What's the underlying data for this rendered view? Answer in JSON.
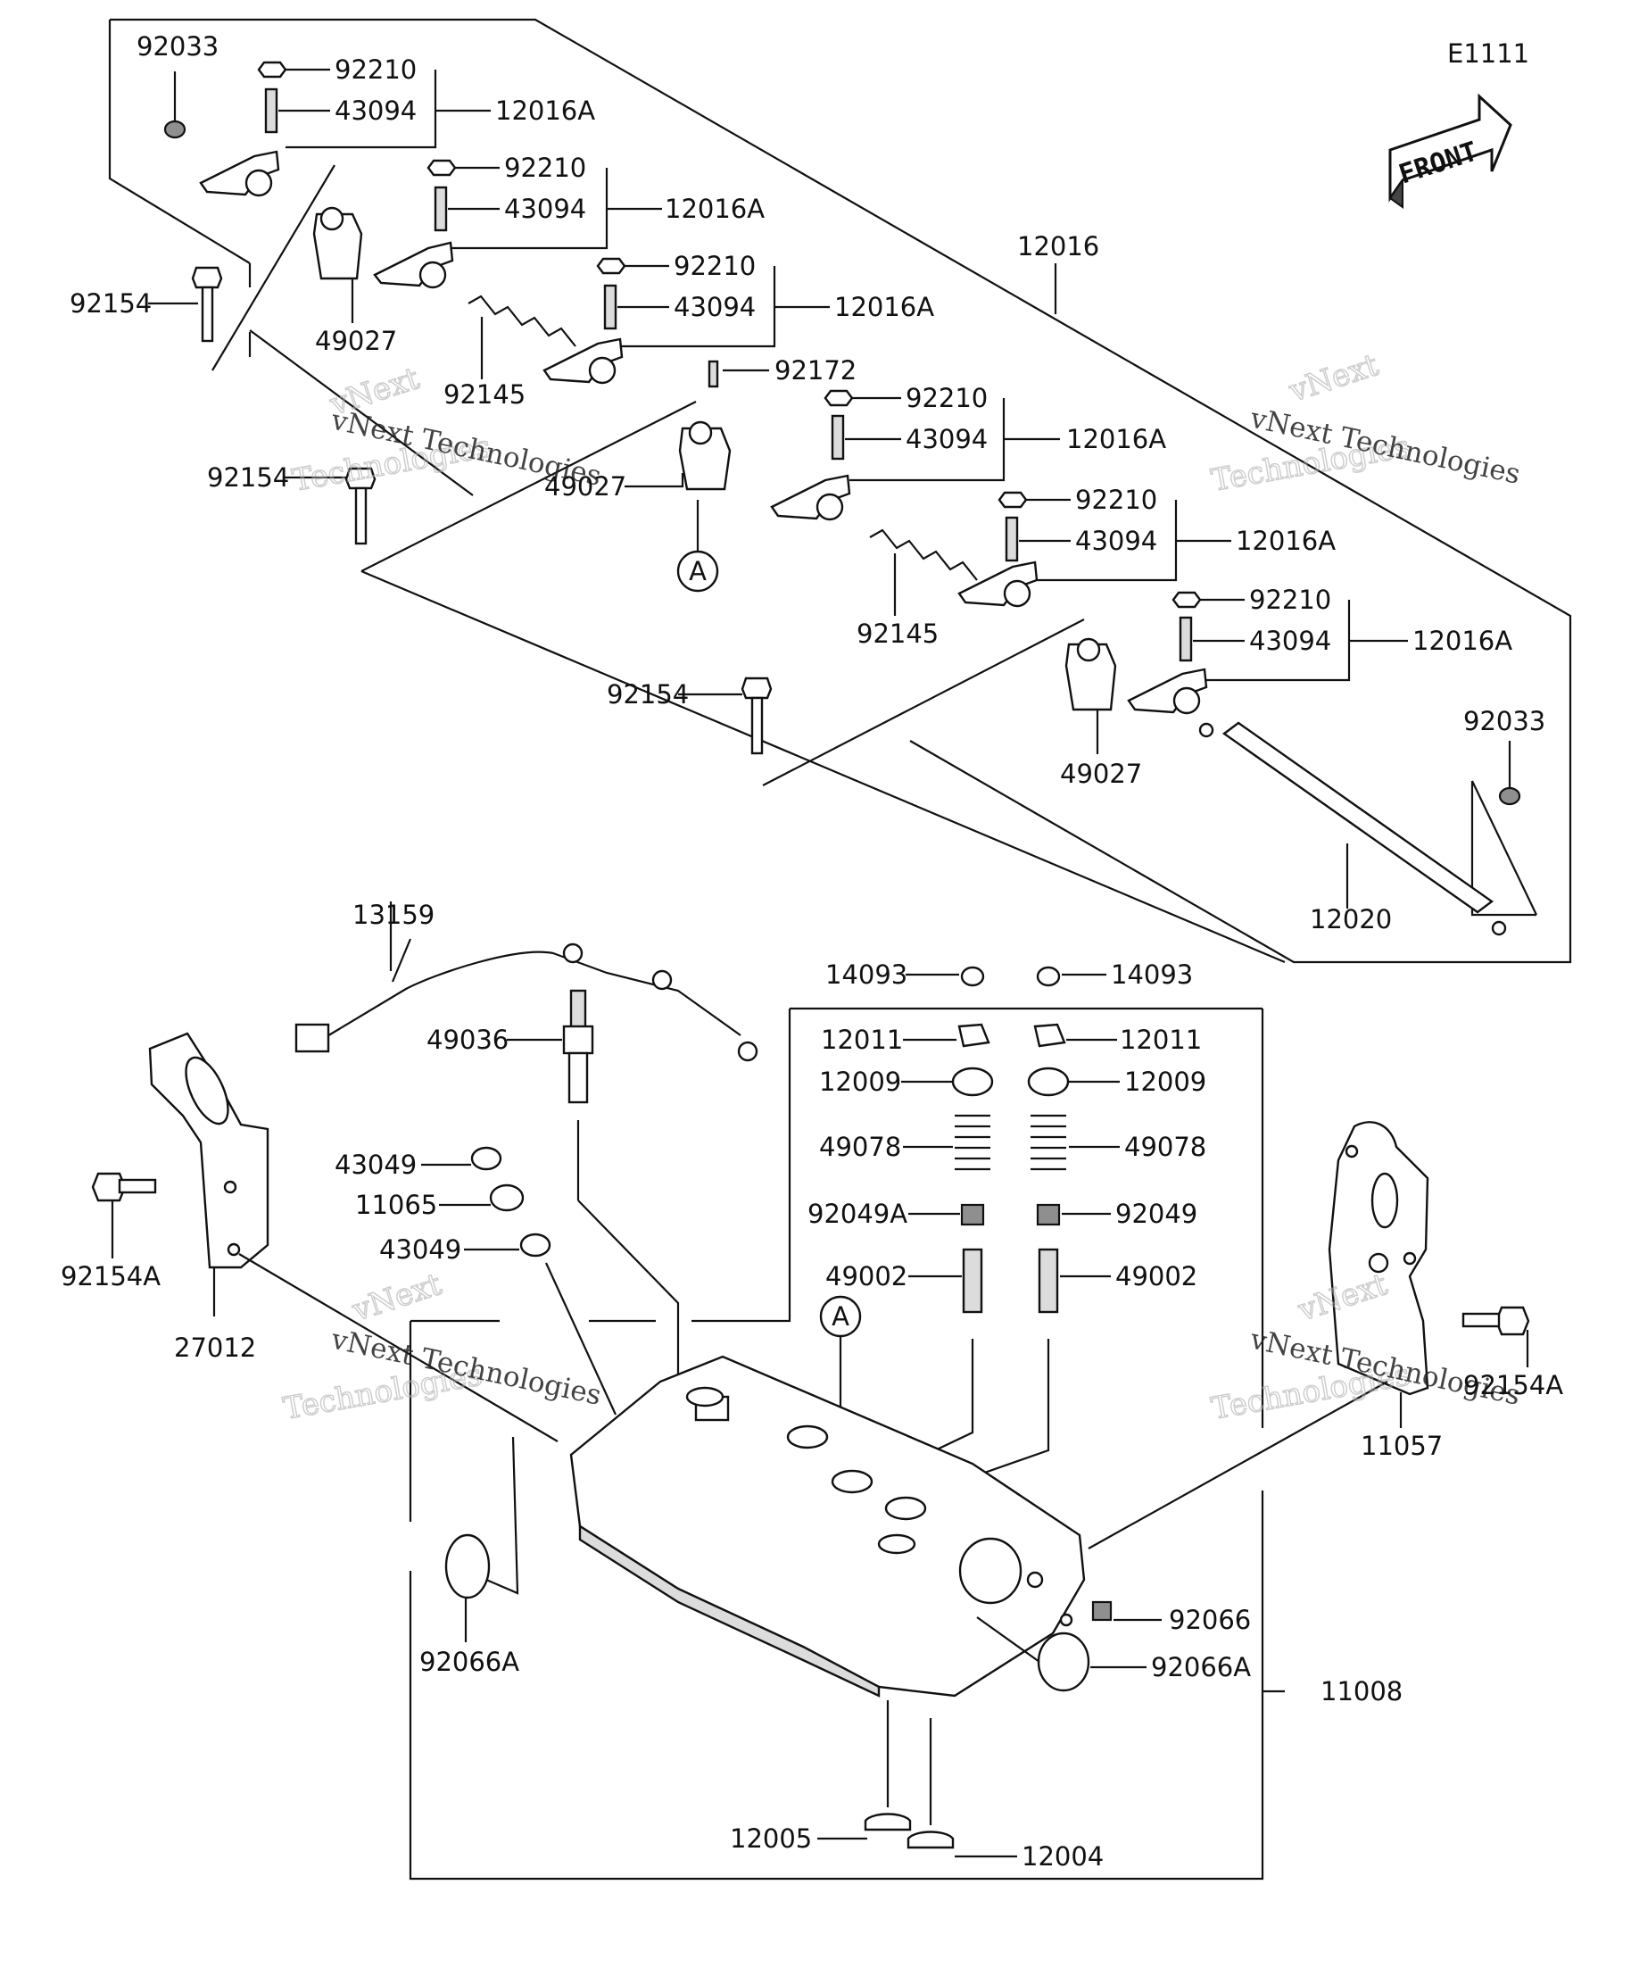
{
  "diagram_code": "E1111",
  "front_label": "FRONT",
  "watermark": {
    "line1": "vNext",
    "line2": "Technologies",
    "full": "vNext Technologies"
  },
  "callout_letter": "A",
  "labels": [
    {
      "id": "l01",
      "text": "92033"
    },
    {
      "id": "l02",
      "text": "92210"
    },
    {
      "id": "l03",
      "text": "43094"
    },
    {
      "id": "l04",
      "text": "12016A"
    },
    {
      "id": "l05",
      "text": "92210"
    },
    {
      "id": "l06",
      "text": "43094"
    },
    {
      "id": "l07",
      "text": "12016A"
    },
    {
      "id": "l08",
      "text": "12016"
    },
    {
      "id": "l09",
      "text": "92210"
    },
    {
      "id": "l10",
      "text": "43094"
    },
    {
      "id": "l11",
      "text": "12016A"
    },
    {
      "id": "l12",
      "text": "92154"
    },
    {
      "id": "l13",
      "text": "49027"
    },
    {
      "id": "l14",
      "text": "92145"
    },
    {
      "id": "l15",
      "text": "92172"
    },
    {
      "id": "l16",
      "text": "92210"
    },
    {
      "id": "l17",
      "text": "43094"
    },
    {
      "id": "l18",
      "text": "12016A"
    },
    {
      "id": "l19",
      "text": "92154"
    },
    {
      "id": "l20",
      "text": "49027"
    },
    {
      "id": "l21",
      "text": "92210"
    },
    {
      "id": "l22",
      "text": "43094"
    },
    {
      "id": "l23",
      "text": "12016A"
    },
    {
      "id": "l24",
      "text": "92145"
    },
    {
      "id": "l25",
      "text": "92210"
    },
    {
      "id": "l26",
      "text": "43094"
    },
    {
      "id": "l27",
      "text": "12016A"
    },
    {
      "id": "l28",
      "text": "92154"
    },
    {
      "id": "l29",
      "text": "92033"
    },
    {
      "id": "l30",
      "text": "49027"
    },
    {
      "id": "l31",
      "text": "12020"
    },
    {
      "id": "l32",
      "text": "13159"
    },
    {
      "id": "l33",
      "text": "14093"
    },
    {
      "id": "l34",
      "text": "14093"
    },
    {
      "id": "l35",
      "text": "12011"
    },
    {
      "id": "l36",
      "text": "12011"
    },
    {
      "id": "l37",
      "text": "49036"
    },
    {
      "id": "l38",
      "text": "12009"
    },
    {
      "id": "l39",
      "text": "12009"
    },
    {
      "id": "l40",
      "text": "49078"
    },
    {
      "id": "l41",
      "text": "49078"
    },
    {
      "id": "l42",
      "text": "43049"
    },
    {
      "id": "l43",
      "text": "11065"
    },
    {
      "id": "l44",
      "text": "92049A"
    },
    {
      "id": "l45",
      "text": "92049"
    },
    {
      "id": "l46",
      "text": "43049"
    },
    {
      "id": "l47",
      "text": "49002"
    },
    {
      "id": "l48",
      "text": "49002"
    },
    {
      "id": "l49",
      "text": "92154A"
    },
    {
      "id": "l50",
      "text": "27012"
    },
    {
      "id": "l51",
      "text": "92154A"
    },
    {
      "id": "l52",
      "text": "11057"
    },
    {
      "id": "l53",
      "text": "92066"
    },
    {
      "id": "l54",
      "text": "92066A"
    },
    {
      "id": "l55",
      "text": "92066A"
    },
    {
      "id": "l56",
      "text": "11008"
    },
    {
      "id": "l57",
      "text": "12005"
    },
    {
      "id": "l58",
      "text": "12004"
    }
  ]
}
